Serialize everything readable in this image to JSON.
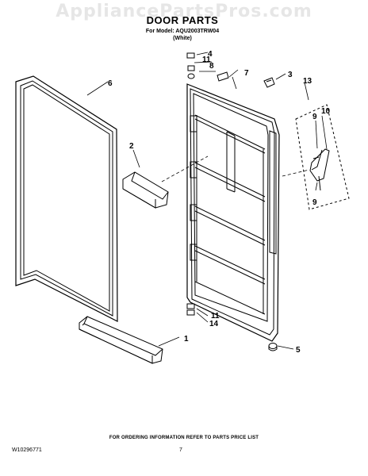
{
  "watermark": "AppliancePartsPros.com",
  "title": "DOOR PARTS",
  "model_line": "For Model: AQU2003TRW04",
  "color_line": "(White)",
  "footer_note": "FOR ORDERING INFORMATION REFER TO PARTS PRICE LIST",
  "document_id": "W10296771",
  "page_number": "7",
  "callouts": {
    "c1": "1",
    "c2": "2",
    "c3": "3",
    "c4": "4",
    "c5": "5",
    "c6": "6",
    "c7": "7",
    "c8": "8",
    "c9a": "9",
    "c9b": "9",
    "c10": "10",
    "c11a": "11",
    "c11b": "11",
    "c13": "13",
    "c14": "14"
  },
  "colors": {
    "ink": "#000000",
    "watermark": "#e6e6e6"
  }
}
